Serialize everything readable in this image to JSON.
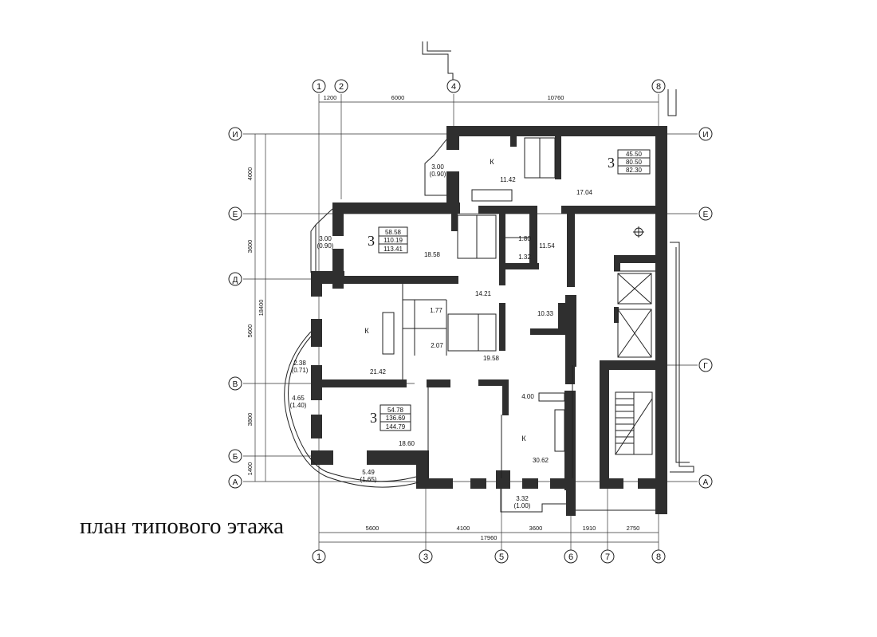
{
  "title": "план типового этажа",
  "axes": {
    "vertical": [
      "1",
      "2",
      "4",
      "8",
      "3",
      "5",
      "6",
      "7"
    ],
    "horizontal": [
      "И",
      "Е",
      "Д",
      "В",
      "Б",
      "А",
      "Г"
    ]
  },
  "dimensions": {
    "top": [
      "1200",
      "6000",
      "10760"
    ],
    "left": [
      "4000",
      "3600",
      "5600",
      "3800",
      "1400"
    ],
    "left_total": "18400",
    "bottom": [
      "5600",
      "4100",
      "3600",
      "1910",
      "2750"
    ],
    "bottom_total": "17960"
  },
  "apartments": [
    {
      "rooms": "3",
      "areas": [
        "45.50",
        "80.50",
        "82.30"
      ]
    },
    {
      "rooms": "3",
      "areas": [
        "58.58",
        "110.19",
        "113.41"
      ]
    },
    {
      "rooms": "3",
      "areas": [
        "54.78",
        "136.69",
        "144.79"
      ]
    }
  ],
  "kitchen_label": "К",
  "room_areas": [
    "11.42",
    "17.04",
    "1.80",
    "1.32",
    "11.54",
    "18.58",
    "14.21",
    "1.77",
    "2.07",
    "10.33",
    "19.58",
    "21.42",
    "4.00",
    "18.60",
    "30.62"
  ],
  "balconies": [
    {
      "area": "3.00",
      "reduced": "(0.90)"
    },
    {
      "area": "3.00",
      "reduced": "(0.90)"
    },
    {
      "area": "2.38",
      "reduced": "(0.71)"
    },
    {
      "area": "4.65",
      "reduced": "(1.40)"
    },
    {
      "area": "5.49",
      "reduced": "(1.65)"
    },
    {
      "area": "3.32",
      "reduced": "(1.00)"
    }
  ]
}
